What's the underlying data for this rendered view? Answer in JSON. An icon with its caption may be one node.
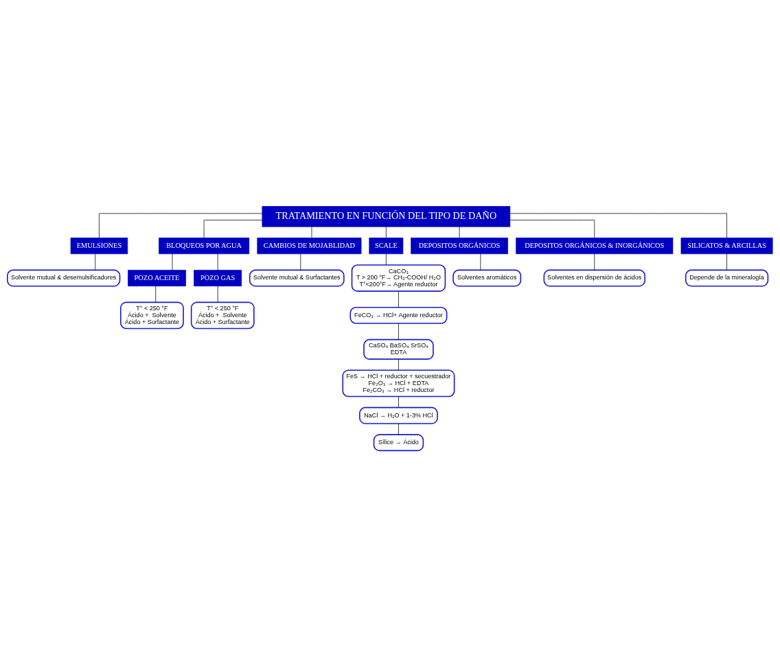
{
  "diagram": {
    "nodes": [
      {
        "text": [
          "TRATAMIENTO EN FUNCIÓN DEL TIPO DE DAÑO"
        ]
      },
      {
        "text": [
          "EMULSIONES"
        ]
      },
      {
        "text": [
          "BLOQUEOS POR AGUA"
        ]
      },
      {
        "text": [
          "CAMBIOS DE MOJABLIDAD"
        ]
      },
      {
        "text": [
          "SCALE"
        ]
      },
      {
        "text": [
          "DEPOSITOS ORGÁNICOS"
        ]
      },
      {
        "text": [
          "DEPOSITOS ORGÁNICOS & INORGÁNICOS"
        ]
      },
      {
        "text": [
          "SILICATOS & ARCILLAS"
        ]
      },
      {
        "text": [
          "Solvente mutual & desemulsificadores"
        ]
      },
      {
        "text": [
          "POZO ACEITE"
        ]
      },
      {
        "text": [
          "POZO GAS"
        ]
      },
      {
        "text": [
          "T° < 250 °F",
          "Ácido +  Solvente",
          "Ácido + Surfactante"
        ]
      },
      {
        "text": [
          "T° < 250 °F",
          "Ácido +  Solvente",
          "Ácido + Surfactante"
        ]
      },
      {
        "text": [
          "Solvente mutual & Surfactantes"
        ]
      },
      {
        "text": [
          "CaCO₃",
          "T > 200 °F→ CH₃-COOH/ H₂O",
          "T°<200°F→ Agente reductor"
        ]
      },
      {
        "text": [
          "FeCO₃ → HCl+ Agente reductor"
        ]
      },
      {
        "text": [
          "CaSO₄ BaSO₄ SrSO₄",
          "EDTA"
        ]
      },
      {
        "text": [
          "FeS → HCl + reductor + secuestrador",
          "Fe₂O₃ → HCl + EDTA",
          "Fe₂CO₃ → HCl + reductor"
        ]
      },
      {
        "text": [
          "NaCl → H₂O + 1-3% HCl"
        ]
      },
      {
        "text": [
          "Sílice → Ácido"
        ]
      },
      {
        "text": [
          "Solventes aromáticos"
        ]
      },
      {
        "text": [
          "Solventes en dispersión de ácidos"
        ]
      },
      {
        "text": [
          "Depende de la mineralogía"
        ]
      }
    ],
    "edges": [
      {
        "from": 0,
        "to": 1,
        "arrow": "none"
      },
      {
        "from": 0,
        "to": 2,
        "arrow": "none"
      },
      {
        "from": 0,
        "to": 3,
        "arrow": "none"
      },
      {
        "from": 0,
        "to": 4,
        "arrow": "none"
      },
      {
        "from": 0,
        "to": 5,
        "arrow": "none"
      },
      {
        "from": 0,
        "to": 6,
        "arrow": "none"
      },
      {
        "from": 0,
        "to": 7,
        "arrow": "none"
      },
      {
        "from": 1,
        "to": 8,
        "arrow": "none"
      },
      {
        "from": 2,
        "to": 9,
        "arrow": "none"
      },
      {
        "from": 2,
        "to": 10,
        "arrow": "none"
      },
      {
        "from": 9,
        "to": 11,
        "arrow": "none"
      },
      {
        "from": 10,
        "to": 12,
        "arrow": "none"
      },
      {
        "from": 3,
        "to": 13,
        "arrow": "none"
      },
      {
        "from": 4,
        "to": 14,
        "arrow": "none"
      },
      {
        "from": 14,
        "to": 15,
        "arrow": "none"
      },
      {
        "from": 15,
        "to": 16,
        "arrow": "none"
      },
      {
        "from": 16,
        "to": 17,
        "arrow": "none"
      },
      {
        "from": 17,
        "to": 18,
        "arrow": "none"
      },
      {
        "from": 18,
        "to": 19,
        "arrow": "none"
      },
      {
        "from": 5,
        "to": 20,
        "arrow": "none"
      },
      {
        "from": 6,
        "to": 21,
        "arrow": "none"
      },
      {
        "from": 7,
        "to": 22,
        "arrow": "none"
      }
    ]
  }
}
